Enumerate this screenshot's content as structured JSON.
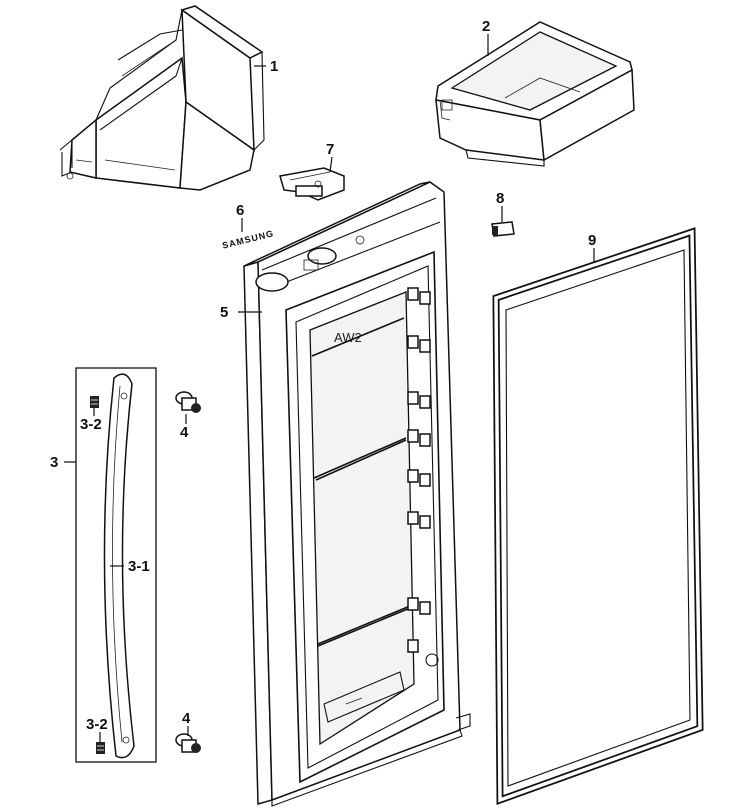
{
  "labels": {
    "p1": "1",
    "p2": "2",
    "p3": "3",
    "p3_1": "3-1",
    "p3_2a": "3-2",
    "p3_2b": "3-2",
    "p4a": "4",
    "p4b": "4",
    "p5": "5",
    "p6": "6",
    "p7": "7",
    "p8": "8",
    "p9": "9"
  },
  "markings": {
    "door_model": "AW2",
    "badge_text": "SAMSUNG"
  },
  "icons": {
    "guard_bin": "door-guard-bin-icon",
    "small_bin": "door-small-bin-icon",
    "handle": "door-handle-icon",
    "hinge_pin": "hinge-pin-icon",
    "door_assembly": "door-assembly-icon",
    "badge": "badge-icon",
    "cap_hinge": "cap-hinge-icon",
    "switch": "switch-icon",
    "gasket": "door-gasket-icon"
  }
}
